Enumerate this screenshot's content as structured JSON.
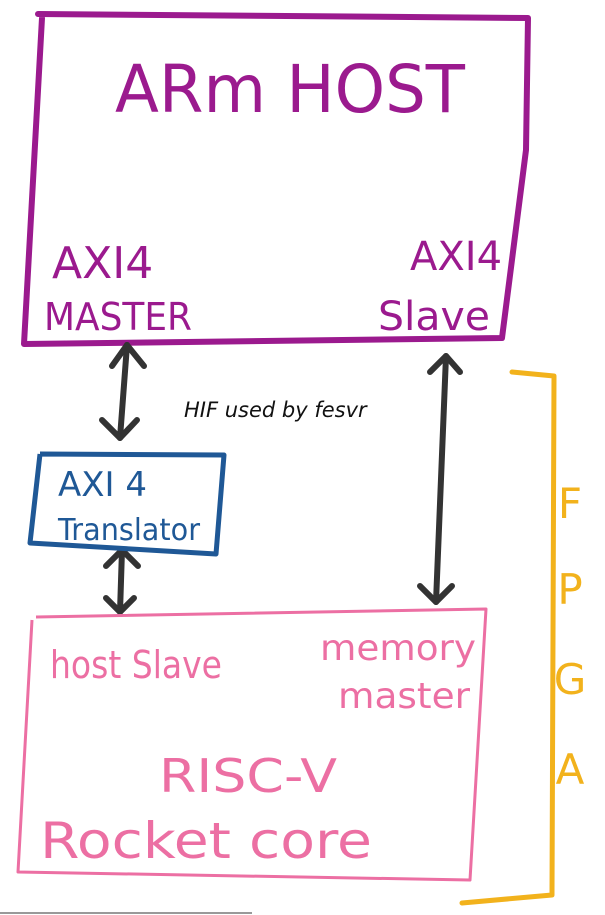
{
  "arm_host": {
    "title": "ARm HOST",
    "master_port": {
      "line1": "AXI4",
      "line2": "MASTER"
    },
    "slave_port": {
      "line1": "AXI4",
      "line2": "Slave"
    },
    "color": "#9b1a8e"
  },
  "translator": {
    "line1": "AXI 4",
    "line2": "Translator",
    "color": "#1f5896"
  },
  "rocket": {
    "host_slave": "host Slave",
    "memory_master_line1": "memory",
    "memory_master_line2": "master",
    "core_line1": "RISC-V",
    "core_line2": "Rocket core",
    "color": "#ec6fa3"
  },
  "fpga": {
    "letters": [
      "F",
      "P",
      "G",
      "A"
    ],
    "color": "#f2b21c"
  },
  "hif_label": "HIF used by fesvr",
  "arrow_color": "#333333"
}
